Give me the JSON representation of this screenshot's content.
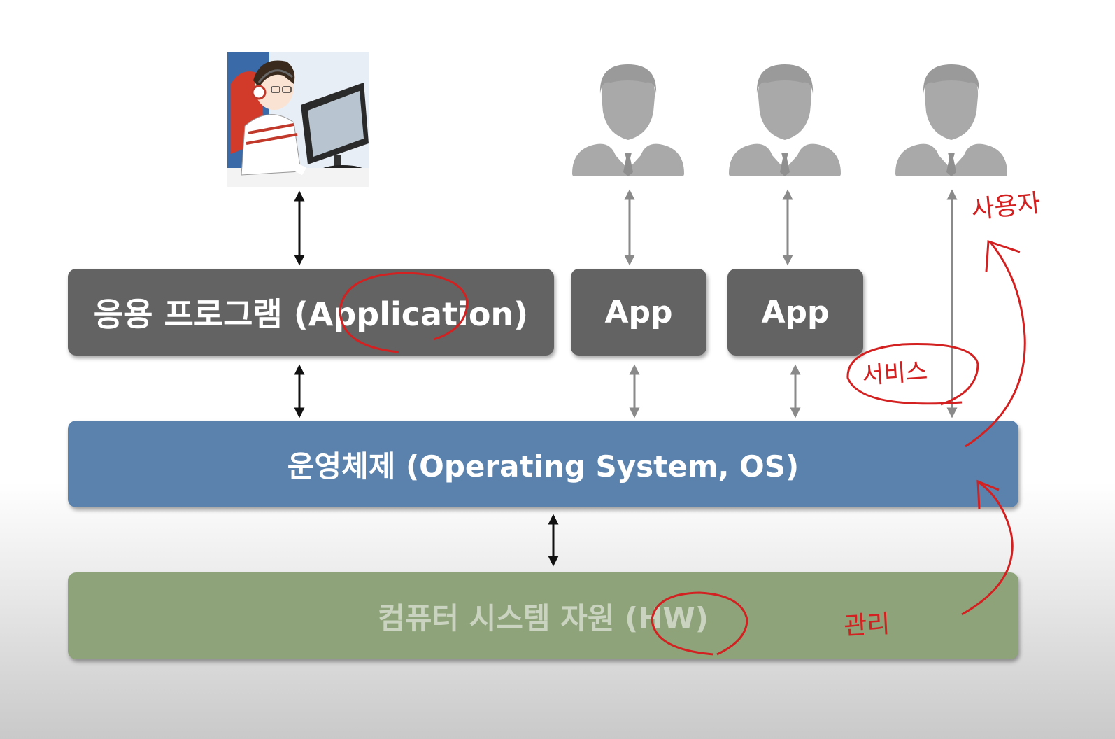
{
  "diagram": {
    "application_label": "응용 프로그램 (Application)",
    "app_boxes": [
      "App",
      "App"
    ],
    "os_label": "운영체제 (Operating System, OS)",
    "hw_label": "컴퓨터 시스템 자원 (HW)"
  },
  "annotations": {
    "user": "사용자",
    "service": "서비스",
    "manage": "관리"
  },
  "icons": {
    "operator": "operator-illustration",
    "user": "user-silhouette-icon"
  },
  "colors": {
    "app_box": "#636363",
    "os_bar": "#5a82ad",
    "hw_bar": "#8ea37a",
    "annotation": "#d32020"
  }
}
